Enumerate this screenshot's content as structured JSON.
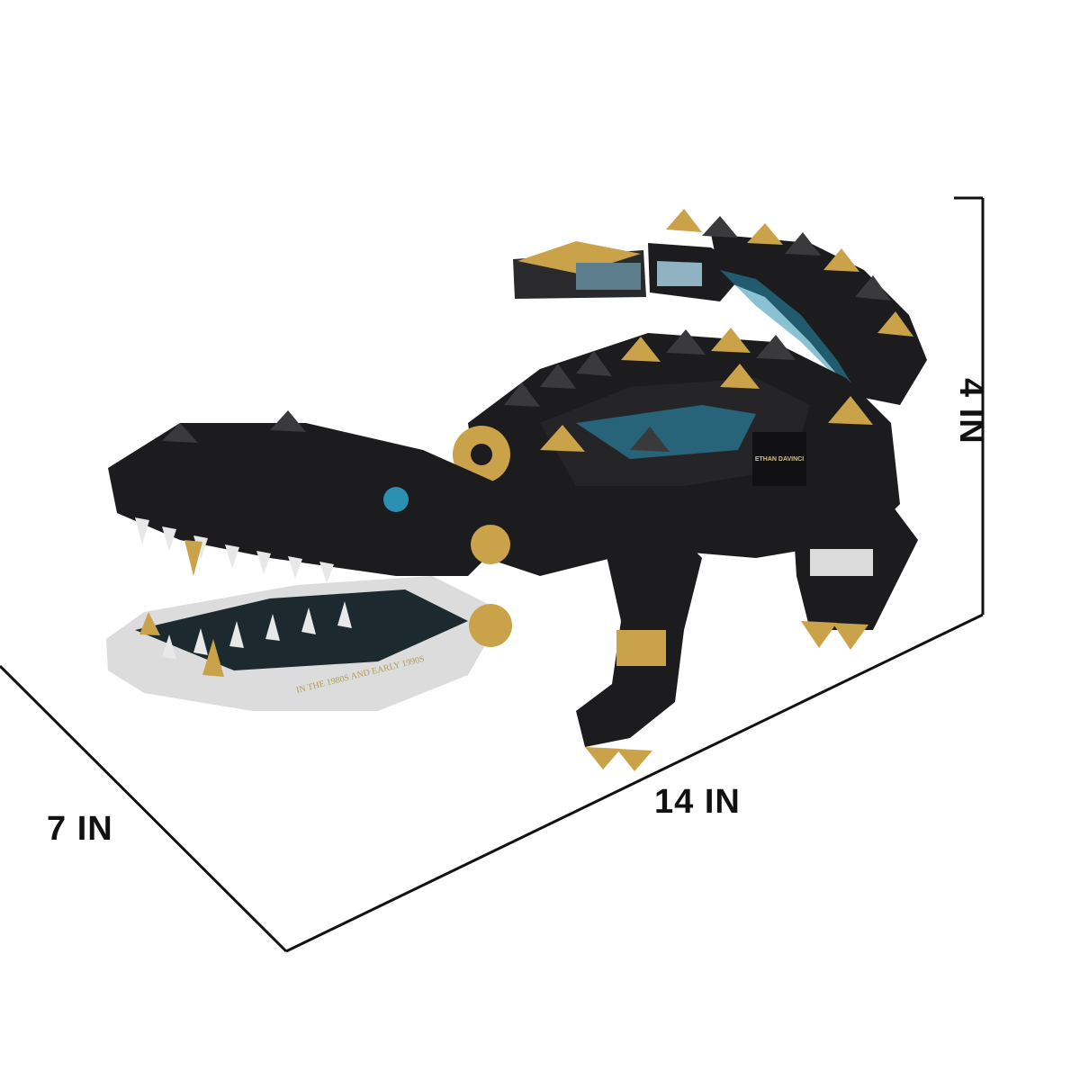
{
  "product": {
    "name_icon": "brick-built-crocodile-model",
    "colors": {
      "body": "#1c1c1e",
      "gold": "#c9a24a",
      "teeth": "#e8e8e8",
      "accent_blue": "#2a8fb0",
      "belly": "#dcdcdc"
    },
    "printed_texts": {
      "jaw_print": "IN THE 1980S AND EARLY 1990S",
      "badge_print": "ETHAN DAVINCI"
    }
  },
  "dimensions": {
    "width_label": "14 IN",
    "depth_label": "7 IN",
    "height_label": "4 IN",
    "line_color": "#111111"
  }
}
